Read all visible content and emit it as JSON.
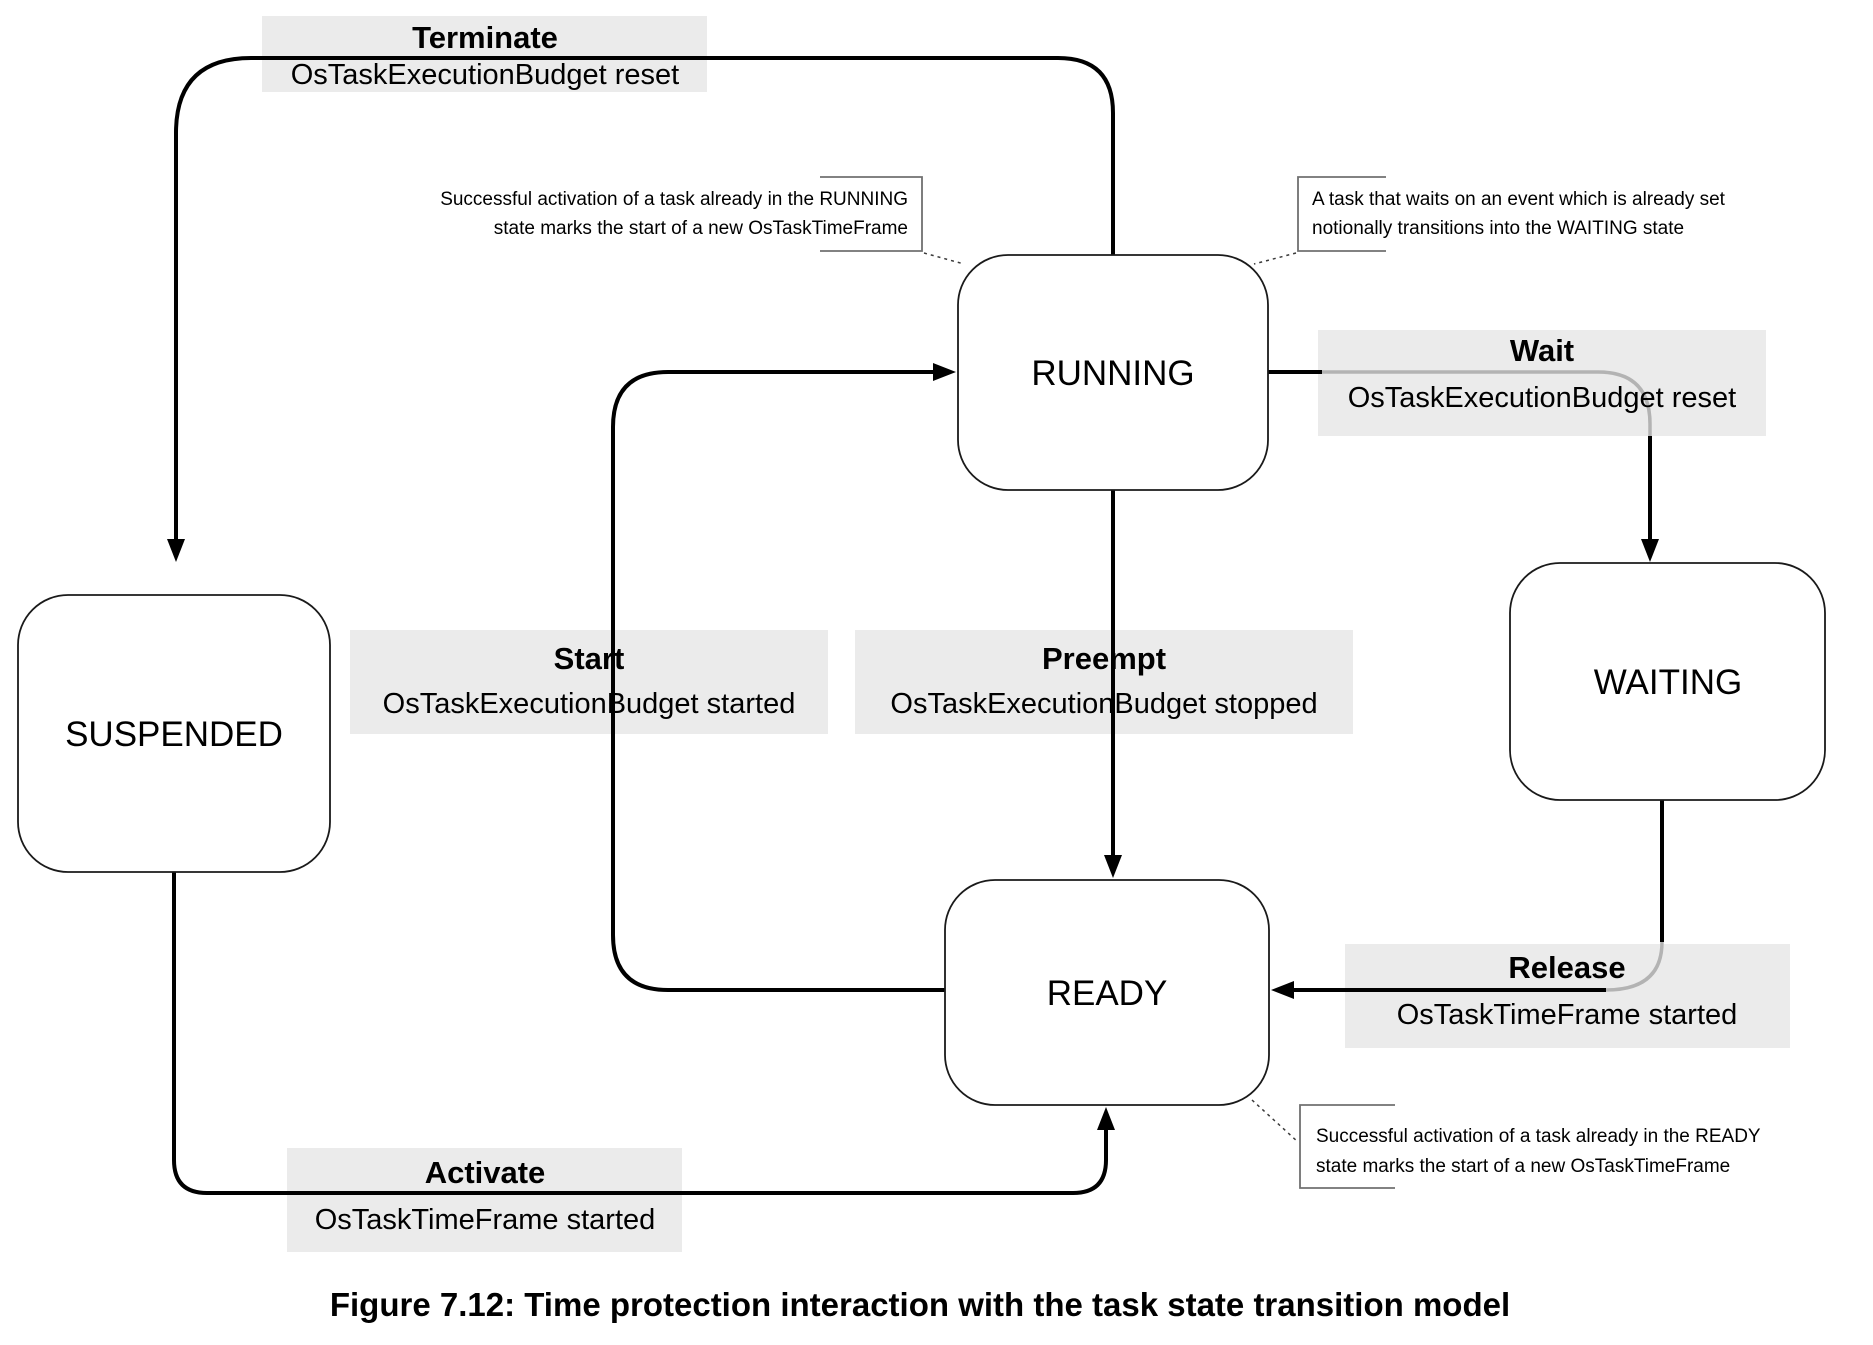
{
  "diagram": {
    "states": {
      "suspended": "SUSPENDED",
      "running": "RUNNING",
      "waiting": "WAITING",
      "ready": "READY"
    },
    "transitions": {
      "terminate": {
        "label": "Terminate",
        "effect": "OsTaskExecutionBudget reset"
      },
      "wait": {
        "label": "Wait",
        "effect": "OsTaskExecutionBudget reset"
      },
      "start": {
        "label": "Start",
        "effect": "OsTaskExecutionBudget started"
      },
      "preempt": {
        "label": "Preempt",
        "effect": "OsTaskExecutionBudget stopped"
      },
      "release": {
        "label": "Release",
        "effect": "OsTaskTimeFrame started"
      },
      "activate": {
        "label": "Activate",
        "effect": "OsTaskTimeFrame started"
      }
    },
    "notes": {
      "running_note": {
        "line1": "Successful activation of a task already in the RUNNING",
        "line2": "state marks the start of a new OsTaskTimeFrame"
      },
      "waiting_note": {
        "line1": "A task that waits on an event which is already set",
        "line2": "notionally transitions into the WAITING state"
      },
      "ready_note": {
        "line1": "Successful activation of a task already in the READY",
        "line2": "state marks the start of a new OsTaskTimeFrame"
      }
    },
    "caption": "Figure 7.12: Time protection interaction with the task state transition model",
    "colors": {
      "label_bg": "#ebebeb",
      "line": "#000000",
      "line_through_label": "#b3b3b3",
      "note_border": "#707070",
      "state_fill": "#ffffff"
    }
  }
}
